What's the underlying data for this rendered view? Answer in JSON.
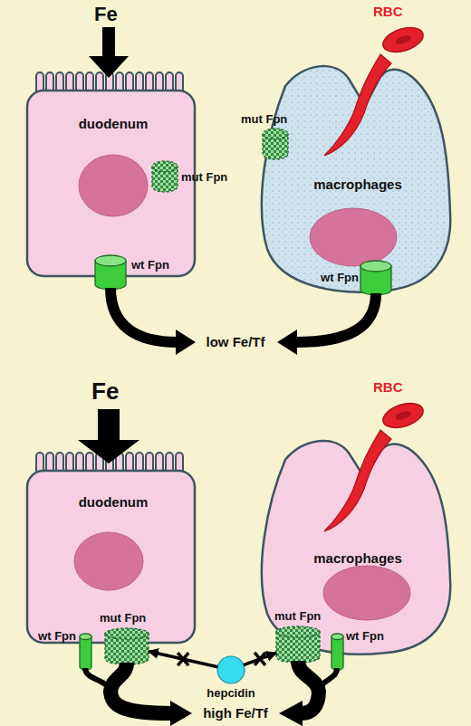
{
  "diagram": {
    "nodes": [
      {
        "text": [
          "duodenum"
        ]
      },
      {
        "text": [
          "mut Fpn"
        ],
        "in": 0
      },
      {
        "text": [
          "wt Fpn"
        ],
        "in": 0
      },
      {
        "text": [
          "macrophages"
        ]
      },
      {
        "text": [
          "mut Fpn"
        ],
        "in": 3
      },
      {
        "text": [
          "wt Fpn"
        ],
        "in": 3
      },
      {
        "text": [
          "duodenum"
        ]
      },
      {
        "text": [
          "wt Fpn"
        ],
        "in": 6
      },
      {
        "text": [
          "mut Fpn"
        ],
        "in": 6
      },
      {
        "text": [
          "macrophages"
        ]
      },
      {
        "text": [
          "mut Fpn"
        ],
        "in": 9
      },
      {
        "text": [
          "wt Fpn"
        ],
        "in": 9
      },
      {
        "text": [
          "hepcidin"
        ]
      }
    ],
    "edges": [
      {
        "from": 12,
        "to": 8,
        "arrow": "to"
      },
      {
        "from": 12,
        "to": 10,
        "arrow": "to"
      }
    ],
    "labels": [
      "Fe",
      "RBC",
      "low Fe/Tf",
      "Fe",
      "RBC",
      "high Fe/Tf"
    ]
  }
}
